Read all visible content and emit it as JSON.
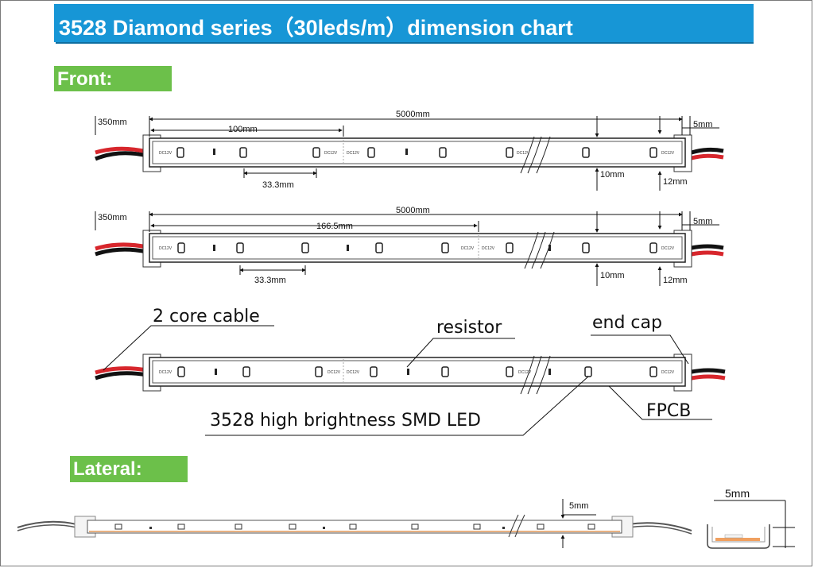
{
  "title": "3528 Diamond series（30leds/m）dimension chart",
  "sections": {
    "front": "Front:",
    "lateral": "Lateral:"
  },
  "strip1": {
    "cable_length": "350mm",
    "total_length": "5000mm",
    "segment_length": "100mm",
    "led_pitch": "33.3mm",
    "width": "10mm",
    "cap_width": "12mm",
    "cap_length": "5mm"
  },
  "strip2": {
    "cable_length": "350mm",
    "total_length": "5000mm",
    "segment_length": "166.5mm",
    "led_pitch": "33.3mm",
    "width": "10mm",
    "cap_width": "12mm",
    "cap_length": "5mm"
  },
  "callouts": {
    "cable": "2 core cable",
    "resistor": "resistor",
    "end_cap": "end cap",
    "led": "3528 high brightness SMD LED",
    "fpcb": "FPCB"
  },
  "lateral": {
    "thickness": "5mm",
    "section_width": "5mm"
  },
  "chip_text": {
    "dc12v": "DC12V",
    "plus": "+",
    "minus": "-"
  },
  "colors": {
    "title_bg": "#1796d6",
    "section_bg": "#6cc04a",
    "cable_red": "#d7262c",
    "cable_black": "#111111",
    "led_orange": "#f0a060"
  }
}
